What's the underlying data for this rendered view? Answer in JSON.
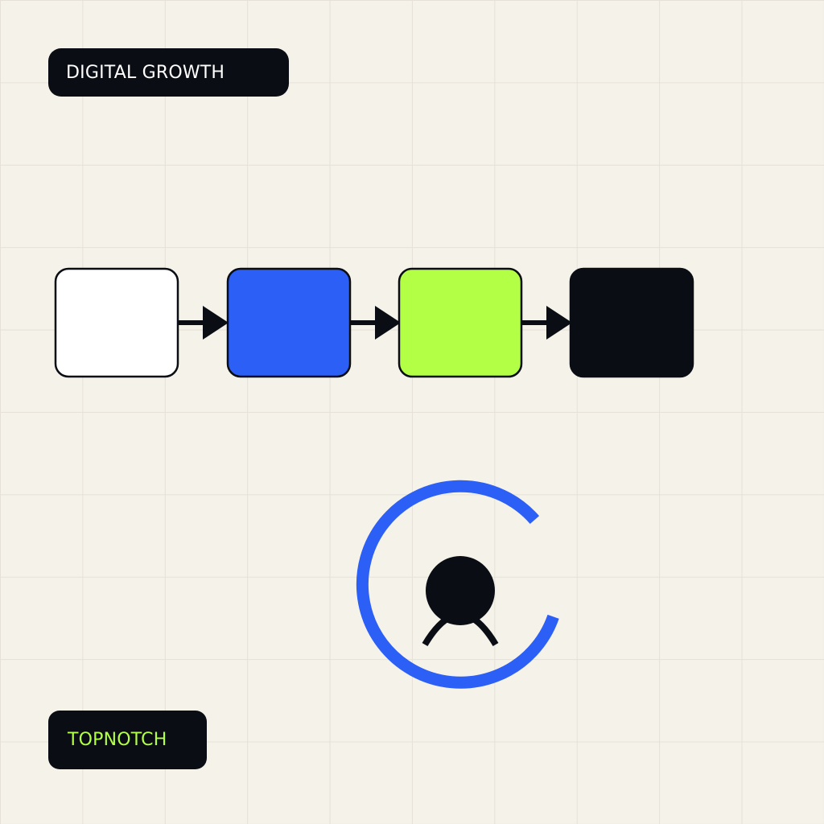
{
  "header": {
    "title": "DIGITAL GROWTH"
  },
  "footer": {
    "brand": "TOPNOTCH"
  },
  "flow": {
    "steps": [
      {
        "name": "step-1",
        "color": "#ffffff"
      },
      {
        "name": "step-2",
        "color": "#2b5ff5"
      },
      {
        "name": "step-3",
        "color": "#b3ff45"
      },
      {
        "name": "step-4",
        "color": "#0a0e14"
      }
    ],
    "arrow_color": "#0a0e14"
  },
  "badge": {
    "ring_color": "#2b5ff5",
    "icon": "user-icon",
    "icon_color": "#0a0e14"
  },
  "colors": {
    "background": "#f5f2ea",
    "grid": "#e5e1d8",
    "dark": "#0a0e14",
    "accent_blue": "#2b5ff5",
    "accent_lime": "#b3ff45"
  }
}
